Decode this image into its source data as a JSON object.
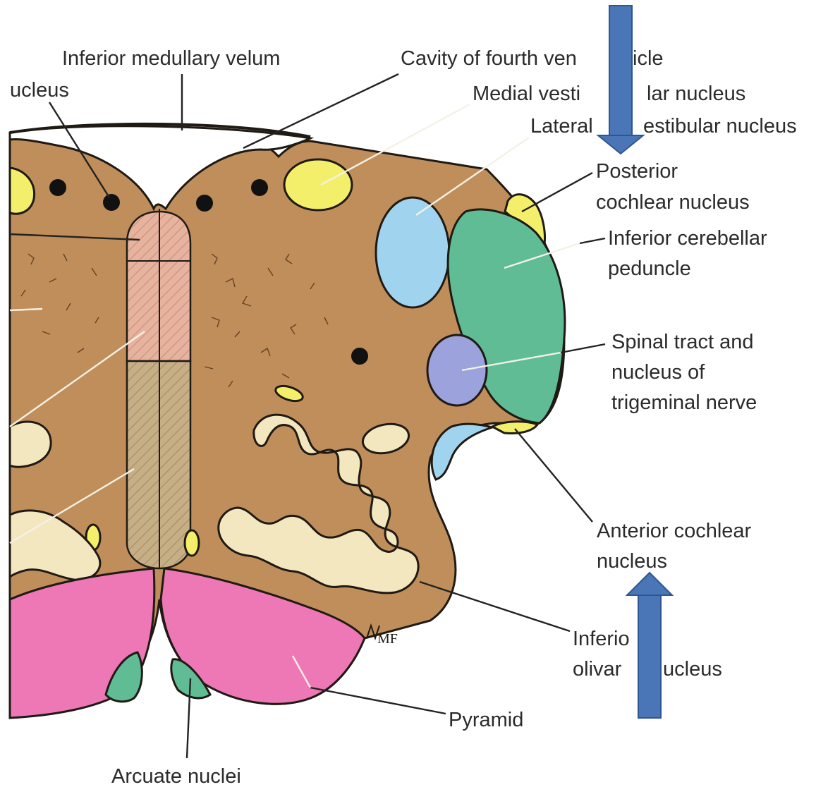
{
  "labels": {
    "inferior_medullary_velum": "Inferior medullary velum",
    "nucleus_fragment": "ucleus",
    "cavity_fourth_ventricle_a": "Cavity of fourth ven",
    "cavity_fourth_ventricle_b": "icle",
    "medial_vestibular_a": "Medial vesti",
    "medial_vestibular_b": "lar nucleus",
    "lateral_vestibular_a": "Lateral",
    "lateral_vestibular_b": "estibular nucleus",
    "posterior_cochlear_1": "Posterior",
    "posterior_cochlear_2": "cochlear nucleus",
    "inferior_cerebellar_1": "Inferior cerebellar",
    "inferior_cerebellar_2": "peduncle",
    "spinal_tract_1": "Spinal tract and",
    "spinal_tract_2": "nucleus of",
    "spinal_tract_3": "trigeminal nerve",
    "anterior_cochlear_1": "Anterior cochlear",
    "anterior_cochlear_2": "nucleus",
    "inferior_olivary_1": "Inferio",
    "inferior_olivary_2a": "olivar",
    "inferior_olivary_2b": "ucleus",
    "pyramid": "Pyramid",
    "arcuate_nuclei": "Arcuate nuclei",
    "artist_initials": "MF"
  },
  "colors": {
    "tissue": "#c08e5a",
    "yellow_nucleus": "#f4ef6a",
    "blue_nucleus": "#9fd3ee",
    "peduncle_green": "#5fbc95",
    "trigeminal_purple": "#9ba2dc",
    "pyramid_pink": "#ee77b5",
    "arcuate_green": "#5fbc95",
    "olive_cream": "#f3e7c0",
    "arrow_blue": "#4a76b8",
    "midline_hatch_pink": "#e6b39f",
    "midline_hatch_tan": "#c6ae85"
  },
  "arrows": [
    {
      "name": "top-arrow",
      "direction": "down"
    },
    {
      "name": "bottom-arrow",
      "direction": "up"
    }
  ]
}
